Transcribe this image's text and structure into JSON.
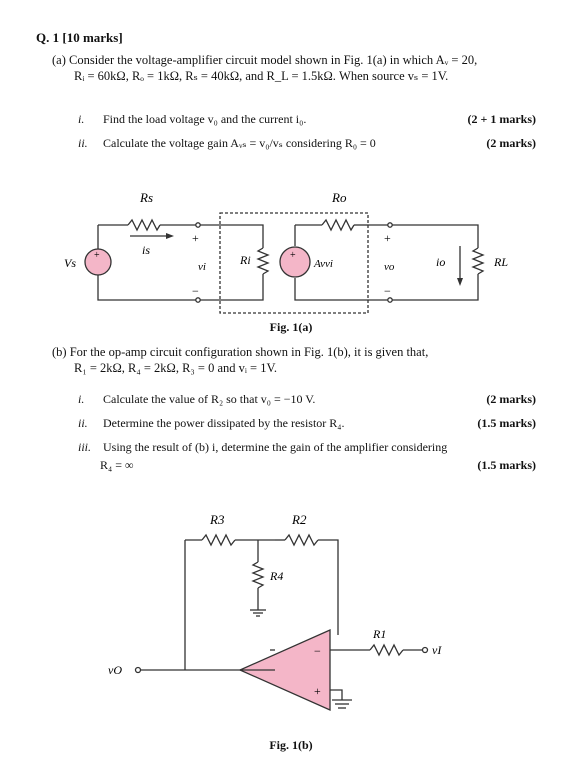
{
  "question": {
    "title": "Q. 1 [10 marks]"
  },
  "part_a": {
    "line1": "(a) Consider the voltage-amplifier circuit model shown in Fig. 1(a) in which A",
    "line1_full": "(a) Consider the voltage-amplifier circuit model shown in Fig. 1(a) in which Aᵥ = 20,",
    "line2": "Rᵢ = 60kΩ, Rₒ = 1kΩ, Rₛ = 40kΩ, and R_L = 1.5kΩ. When source vₛ = 1V.",
    "items": [
      {
        "num": "i.",
        "text": "Find the load voltage v₀ and the current i₀.",
        "marks": "(2 + 1 marks)"
      },
      {
        "num": "ii.",
        "text": "Calculate the voltage gain Aᵥₛ = v₀/vₛ considering R₀ = 0",
        "marks": "(2 marks)"
      }
    ],
    "figure": {
      "caption": "Fig. 1(a)",
      "labels": {
        "rs": "Rs",
        "ro": "Ro",
        "vs": "Vs",
        "is": "is",
        "vi": "vi",
        "ri": "Ri",
        "avvi": "Avvi",
        "vo": "vo",
        "io": "io",
        "rl": "RL",
        "plus": "+",
        "minus": "−"
      }
    }
  },
  "part_b": {
    "line1": "(b) For the op-amp circuit configuration shown in Fig. 1(b), it is given that,",
    "line2": "R₁ = 2kΩ, R₄ = 2kΩ, R₃ = 0 and vᵢ = 1V.",
    "items": [
      {
        "num": "i.",
        "text": "Calculate the value of R₂ so that v₀ = −10 V.",
        "marks": "(2 marks)"
      },
      {
        "num": "ii.",
        "text": "Determine the power dissipated by the resistor R₄.",
        "marks": "(1.5 marks)"
      },
      {
        "num": "iii.",
        "text": "Using the result of (b) i, determine the gain of the amplifier considering",
        "marks": ""
      },
      {
        "num": "",
        "text": "R₄ = ∞",
        "marks": "(1.5 marks)"
      }
    ],
    "figure": {
      "caption": "Fig. 1(b)",
      "labels": {
        "r3": "R3",
        "r2": "R2",
        "r4": "R4",
        "r1": "R1",
        "vo": "vO",
        "vi": "vI",
        "minus": "−",
        "plus": "+"
      }
    }
  },
  "colors": {
    "text": "#111111",
    "source_fill": "#f4b6c8",
    "opamp_fill": "#f4b6c8",
    "wire": "#333333"
  }
}
